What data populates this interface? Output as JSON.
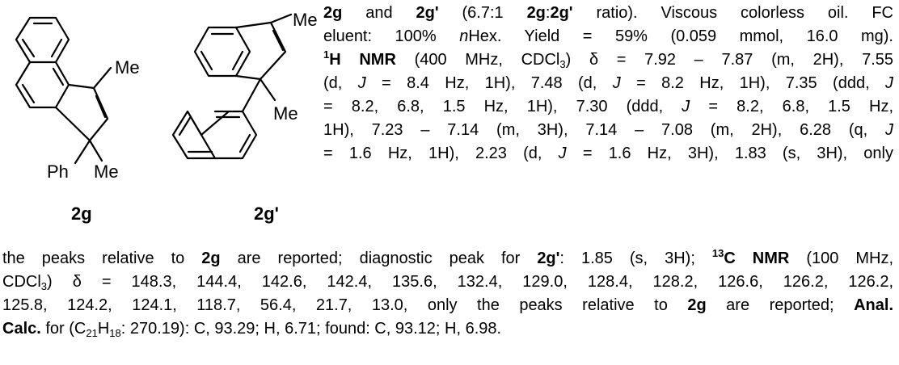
{
  "compounds": {
    "a": {
      "label": "2g",
      "sub1": "Me",
      "sub2": "Ph",
      "sub3": "Me"
    },
    "b": {
      "label": "2g'",
      "sub1": "Me",
      "sub2": "Me"
    }
  },
  "text": {
    "l1": {
      "b1": "2g",
      "t1": " and ",
      "b2": "2g'",
      "t2": " (6.7:1 ",
      "b3": "2g",
      "t3": ":",
      "b4": "2g'",
      "t4": " ratio). Viscous colorless oil. FC"
    },
    "l2": {
      "t1": "eluent: 100% ",
      "i1": "n",
      "t2": "Hex. Yield = 59% (0.059 mmol, 16.0 mg)."
    },
    "l3": {
      "sup": "1",
      "b": "H NMR",
      "t1": " (400 MHz, CDCl",
      "sub": "3",
      "t2": ") δ = 7.92 – 7.87 (m, 2H), 7.55"
    },
    "l4": {
      "t1": "(d, ",
      "i1": "J",
      "t2": " = 8.4 Hz, 1H), 7.48 (d, ",
      "i2": "J",
      "t3": " = 8.2 Hz, 1H), 7.35 (ddd, ",
      "i3": "J"
    },
    "l5": {
      "t1": "= 8.2, 6.8, 1.5 Hz, 1H), 7.30 (ddd, ",
      "i1": "J",
      "t2": " = 8.2, 6.8, 1.5 Hz,"
    },
    "l6": {
      "t1": "1H), 7.23 – 7.14 (m, 3H), 7.14 – 7.08 (m, 2H), 6.28 (q, ",
      "i1": "J"
    },
    "l7": {
      "t1": "= 1.6 Hz, 1H), 2.23 (d, ",
      "i1": "J",
      "t2": " = 1.6 Hz, 3H), 1.83 (s, 3H), only"
    },
    "l8": {
      "t1": "the peaks relative to ",
      "b1": "2g",
      "t2": " are reported; diagnostic peak for ",
      "b2": "2g'",
      "t3": ": 1.85 (s, 3H); ",
      "sup": "13",
      "b3": "C NMR",
      "t4": " (100 MHz,"
    },
    "l9": {
      "t1": "CDCl",
      "sub": "3",
      "t2": ") δ = 148.3, 144.4, 142.6, 142.4, 135.6, 132.4, 129.0, 128.4, 128.2, 126.6, 126.2, 126.2,"
    },
    "l10": {
      "t1": "125.8, 124.2, 124.1, 118.7, 56.4, 21.7, 13.0, only the peaks relative to ",
      "b1": "2g",
      "t2": " are reported; ",
      "b2": "Anal."
    },
    "l11": {
      "b1": "Calc.",
      "t1": " for (C",
      "s1": "21",
      "t2": "H",
      "s2": "18",
      "t3": ": 270.19): C, 93.29; H, 6.71; found: C, 93.12; H, 6.98."
    }
  }
}
